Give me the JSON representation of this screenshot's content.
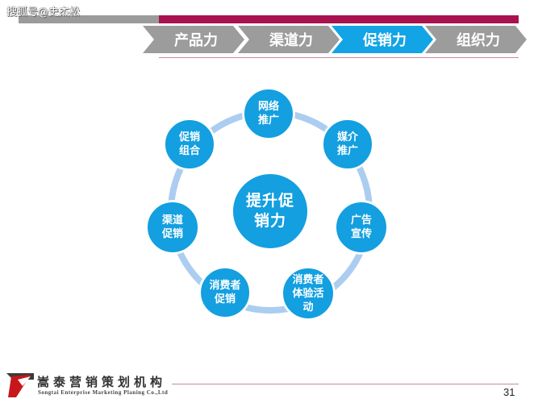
{
  "watermark": "搜狐号@史杰松",
  "header": {
    "colors": {
      "gray_bar": "#9b9b9b",
      "magenta_bar": "#a8124f",
      "inactive_tab": "#9c9c9c",
      "active_tab": "#13a4e6",
      "thin_line": "#c98aa2"
    },
    "tabs": [
      {
        "label": "产品力",
        "active": false
      },
      {
        "label": "渠道力",
        "active": false
      },
      {
        "label": "促销力",
        "active": true
      },
      {
        "label": "组织力",
        "active": false
      }
    ]
  },
  "diagram": {
    "colors": {
      "node_fill": "#139fe0",
      "ring": "#abcdf0"
    },
    "center": {
      "label": "提升促\n销力"
    },
    "nodes": [
      {
        "label": "网络\n推广"
      },
      {
        "label": "媒介\n推广"
      },
      {
        "label": "广告\n宣传"
      },
      {
        "label": "消费者\n体验活\n动"
      },
      {
        "label": "消费者\n促销"
      },
      {
        "label": "渠道\n促销"
      },
      {
        "label": "促销\n组合"
      }
    ]
  },
  "footer": {
    "company_cn": "嵩泰营销策划机构",
    "company_en": "Songtai Enterprise Marketing Planing Co.,Ltd",
    "page_number": "31"
  }
}
